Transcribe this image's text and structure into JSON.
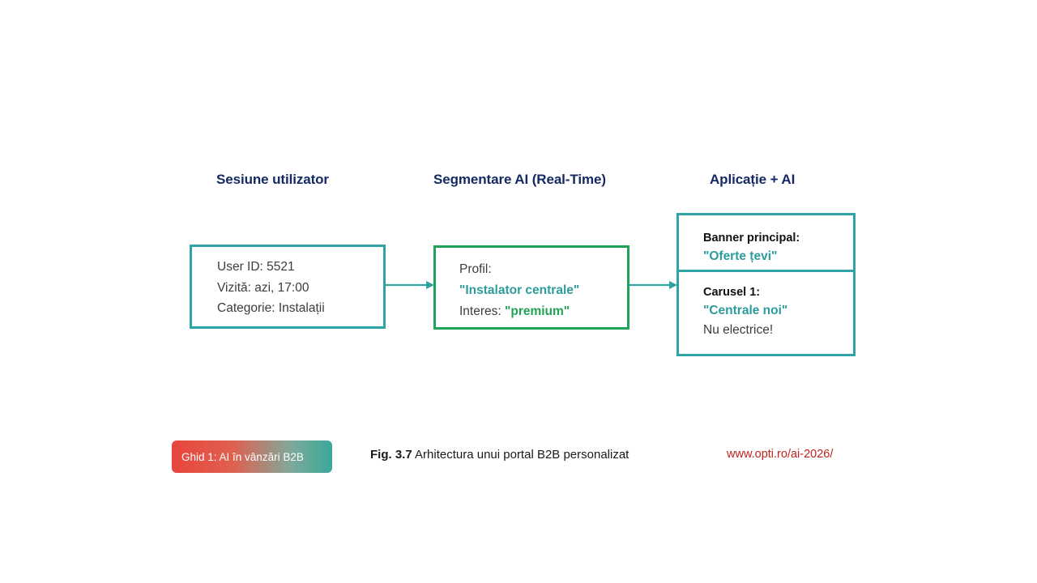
{
  "columns": [
    {
      "id": "session",
      "title": "Sesiune utilizator"
    },
    {
      "id": "segment",
      "title": "Segmentare AI (Real-Time)"
    },
    {
      "id": "app",
      "title": "Aplicație + AI"
    }
  ],
  "nodes": {
    "session": {
      "lines": [
        "User ID: 5521",
        "Vizită: azi, 17:00",
        "Categorie: Instalații"
      ]
    },
    "segment": {
      "label_profile": "Profil:",
      "value_profile": "\"Instalator centrale\"",
      "label_interest": "Interes: ",
      "value_interest": "\"premium\""
    },
    "banner": {
      "heading": "Banner principal:",
      "value": "\"Oferte țevi\""
    },
    "carousel": {
      "heading": "Carusel 1:",
      "value": "\"Centrale noi\"",
      "note": "Nu electrice!"
    }
  },
  "footer": {
    "badge_label": "Ghid 1: AI în vânzări B2B",
    "figure_number": "Fig. 3.7",
    "figure_caption": " Arhitectura unui portal B2B personalizat",
    "url": "www.opti.ro/ai-2026/"
  },
  "colors": {
    "heading_navy": "#152a62",
    "teal_border": "#2fa3a3",
    "green_border": "#1fa355",
    "accent_teal": "#2c9c9c",
    "accent_green": "#1fa355",
    "url_red": "#c0231e",
    "badge_gradient_start": "#e8453c",
    "badge_gradient_end": "#3aa99a"
  },
  "icons": {
    "arrow": "arrow-right-icon"
  }
}
